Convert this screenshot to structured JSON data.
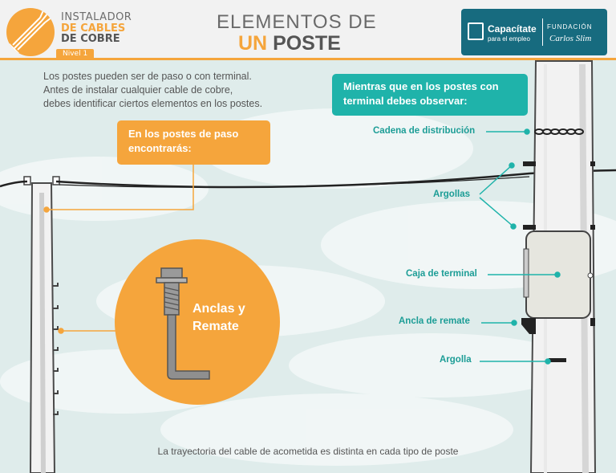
{
  "header": {
    "brand_line1": "INSTALADOR",
    "brand_line2": "DE CABLES",
    "brand_line3": "DE COBRE",
    "level_badge": "Nivel 1",
    "title_line1": "ELEMENTOS DE",
    "title_un": "UN",
    "title_poste": "POSTE",
    "partner_name": "Capacítate",
    "partner_sub": "para el empleo",
    "partner_foundation": "FUNDACIÓN",
    "partner_signature": "Carlos Slim"
  },
  "intro": [
    "Los postes pueden ser de paso o con terminal.",
    "Antes de instalar cualquier cable de cobre,",
    "debes identificar ciertos elementos en los postes."
  ],
  "callouts": {
    "paso_line1": "En los postes de paso",
    "paso_line2": "encontrarás:",
    "terminal_line1": "Mientras que en los postes con",
    "terminal_line2": "terminal debes observar:"
  },
  "ancla": {
    "line1": "Anclas y",
    "line2": "Remate"
  },
  "labels": {
    "cadena": "Cadena de distribución",
    "argollas": "Argollas",
    "caja": "Caja de terminal",
    "ancla_remate": "Ancla de remate",
    "argolla": "Argolla"
  },
  "footer": "La trayectoria del cable de acometida es distinta en cada tipo de poste",
  "colors": {
    "orange": "#f5a53c",
    "teal": "#1fb3aa",
    "dark_teal": "#176b7f",
    "sky": "#dfeceb",
    "pole": "#f4f4f4"
  }
}
